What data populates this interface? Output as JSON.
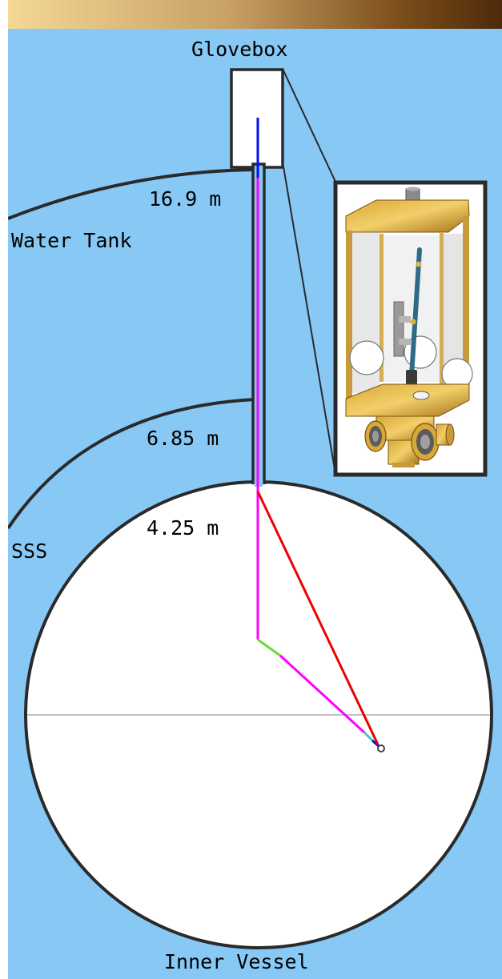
{
  "labels": {
    "glovebox": "Glovebox",
    "water_tank": "Water Tank",
    "sss": "SSS",
    "inner_vessel": "Inner Vessel",
    "d1": "16.9 m",
    "d2": "6.85 m",
    "d3": "4.25 m"
  },
  "colors": {
    "background": "#87c8f5",
    "vessel": "#ffffff",
    "outline": "#2a2a2a",
    "blue_path": "#0010ee",
    "magenta_path": "#ff00ff",
    "red_path": "#ee0000",
    "green_path": "#66dd33",
    "cyan_path": "#33cccc",
    "gold_gradient_start": "#f4d896",
    "gold_gradient_end": "#4e2a0a"
  },
  "icons": {
    "inset": "glovebox-calibration-system-render-icon"
  }
}
